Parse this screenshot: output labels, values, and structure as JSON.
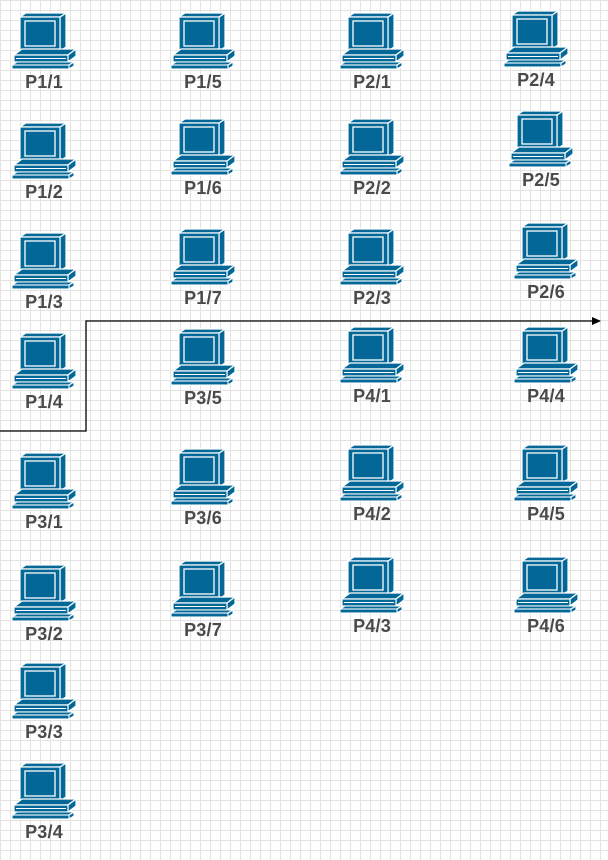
{
  "diagram": {
    "icon_type": "workstation-icon",
    "colors": {
      "icon_fill": "#036897",
      "icon_stroke": "#ffffff",
      "label": "#4a4a4a",
      "connector": "#000000",
      "grid": "#e3e3e3",
      "background": "#ffffff"
    },
    "nodes": [
      {
        "id": "p1-1",
        "label": "P1/1"
      },
      {
        "id": "p1-2",
        "label": "P1/2"
      },
      {
        "id": "p1-3",
        "label": "P1/3"
      },
      {
        "id": "p1-4",
        "label": "P1/4"
      },
      {
        "id": "p1-5",
        "label": "P1/5"
      },
      {
        "id": "p1-6",
        "label": "P1/6"
      },
      {
        "id": "p1-7",
        "label": "P1/7"
      },
      {
        "id": "p2-1",
        "label": "P2/1"
      },
      {
        "id": "p2-2",
        "label": "P2/2"
      },
      {
        "id": "p2-3",
        "label": "P2/3"
      },
      {
        "id": "p2-4",
        "label": "P2/4"
      },
      {
        "id": "p2-5",
        "label": "P2/5"
      },
      {
        "id": "p2-6",
        "label": "P2/6"
      },
      {
        "id": "p3-1",
        "label": "P3/1"
      },
      {
        "id": "p3-2",
        "label": "P3/2"
      },
      {
        "id": "p3-3",
        "label": "P3/3"
      },
      {
        "id": "p3-4",
        "label": "P3/4"
      },
      {
        "id": "p3-5",
        "label": "P3/5"
      },
      {
        "id": "p3-6",
        "label": "P3/6"
      },
      {
        "id": "p3-7",
        "label": "P3/7"
      },
      {
        "id": "p4-1",
        "label": "P4/1"
      },
      {
        "id": "p4-2",
        "label": "P4/2"
      },
      {
        "id": "p4-3",
        "label": "P4/3"
      },
      {
        "id": "p4-4",
        "label": "P4/4"
      },
      {
        "id": "p4-5",
        "label": "P4/5"
      },
      {
        "id": "p4-6",
        "label": "P4/6"
      }
    ],
    "connectors": [
      {
        "id": "boundary-arrow",
        "has_arrowhead": true
      }
    ]
  }
}
